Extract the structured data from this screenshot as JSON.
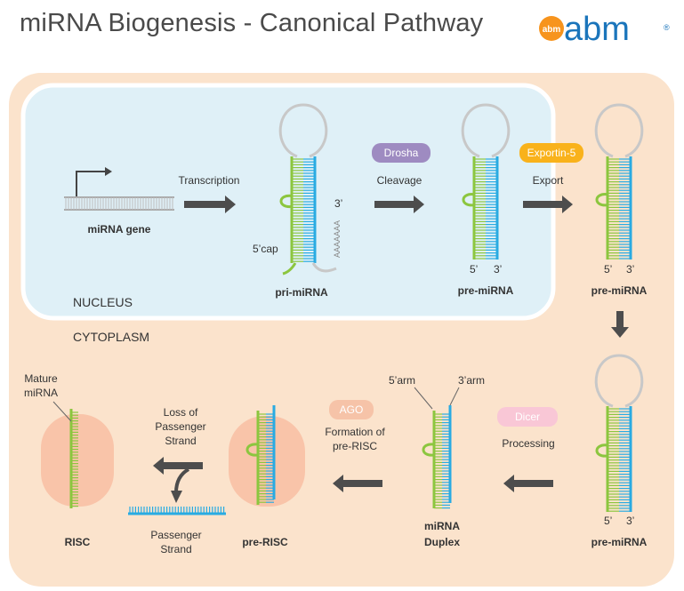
{
  "header": {
    "title": "miRNA Biogenesis - Canonical Pathway",
    "logo_text": "abm",
    "logo_badge": "abm",
    "logo_mark": "®"
  },
  "regions": {
    "nucleus": "NUCLEUS",
    "cytoplasm": "CYTOPLASM"
  },
  "steps": {
    "transcription": "Transcription",
    "cleavage": "Cleavage",
    "export": "Export",
    "processing": "Processing",
    "formation_line1": "Formation of",
    "formation_line2": "pre-RISC",
    "loss_line1": "Loss of",
    "loss_line2": "Passenger",
    "loss_line3": "Strand"
  },
  "enzymes": {
    "drosha": "Drosha",
    "exportin": "Exportin-5",
    "dicer": "Dicer",
    "ago": "AGO"
  },
  "molecules": {
    "mirna_gene": "miRNA gene",
    "pri_mirna": "pri-miRNA",
    "pre_mirna_nucleus": "pre-miRNA",
    "pre_mirna_cyto_top": "pre-miRNA",
    "pre_mirna_cyto_bottom": "pre-miRNA",
    "duplex_line1": "miRNA",
    "duplex_line2": "Duplex",
    "pre_risc": "pre-RISC",
    "risc": "RISC",
    "passenger_line1": "Passenger",
    "passenger_line2": "Strand",
    "mature_line1": "Mature",
    "mature_line2": "miRNA"
  },
  "annotations": {
    "five_cap": "5’cap",
    "three_prime": "3’",
    "five_prime": "5’",
    "polya": "AAAAAAA",
    "five_arm": "5’arm",
    "three_arm": "3’arm"
  },
  "colors": {
    "cytoplasm_bg": "#fbe3cc",
    "nucleus_bg": "#dff0f7",
    "strand_green": "#8cc63f",
    "strand_blue": "#29abe2",
    "loop_gray": "#c8c8c8",
    "arrow": "#4d4d4d",
    "drosha": "#9e8bc1",
    "exportin": "#f9b21b",
    "dicer": "#f9c7d6",
    "ago": "#f6c3a8",
    "risc_blob": "#f9c4a9",
    "logo_orange": "#f7941d",
    "logo_blue": "#1b75bb"
  }
}
